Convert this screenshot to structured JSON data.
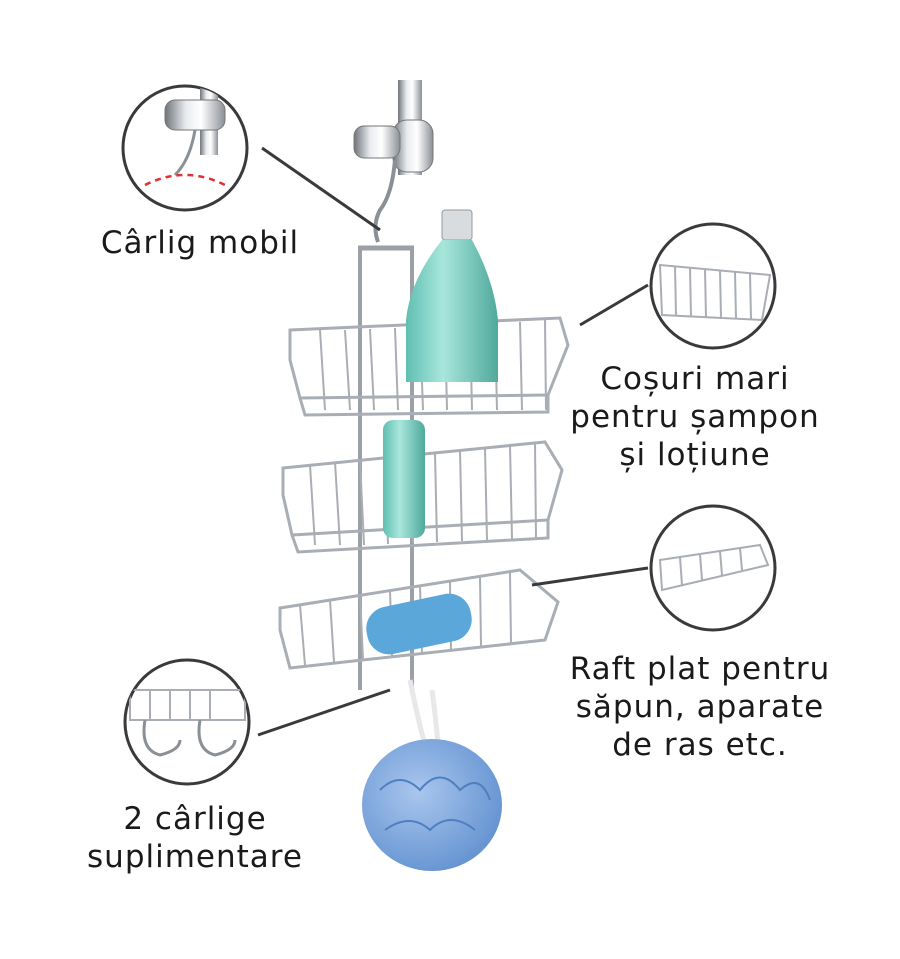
{
  "image": {
    "background": "#ffffff",
    "chrome_color": "#c9cdd2",
    "chrome_dark": "#6f7479",
    "bottle_color": "#7fd0c4",
    "sponge_color": "#7ea7dd",
    "circle_border": "#3a3a3a",
    "callout_line": "#3a3a3a"
  },
  "labels": {
    "hook": {
      "line1": "Cârlig mobil"
    },
    "baskets": {
      "line1": "Coșuri mari",
      "line2": "pentru șampon",
      "line3": "și loțiune"
    },
    "shelf": {
      "line1": "Raft plat pentru",
      "line2": "săpun, aparate",
      "line3": "de ras etc."
    },
    "extra_hooks": {
      "line1": "2 cârlige",
      "line2": "suplimentare"
    }
  },
  "icons": [
    "hook-detail-icon",
    "basket-detail-icon",
    "flat-shelf-detail-icon",
    "extra-hooks-detail-icon"
  ]
}
